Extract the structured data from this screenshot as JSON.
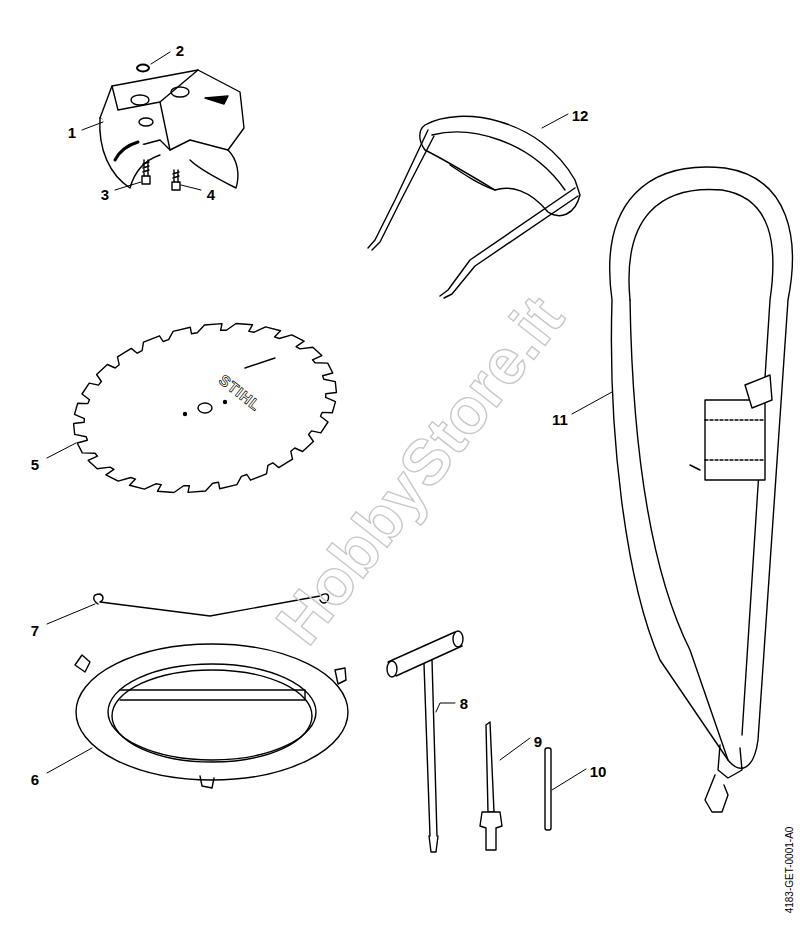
{
  "diagram": {
    "labels": [
      "1",
      "2",
      "3",
      "4",
      "5",
      "6",
      "7",
      "8",
      "9",
      "10",
      "11",
      "12",
      "STIHL",
      "HobbyStore.it",
      "4183-GET-0001-A0"
    ]
  }
}
